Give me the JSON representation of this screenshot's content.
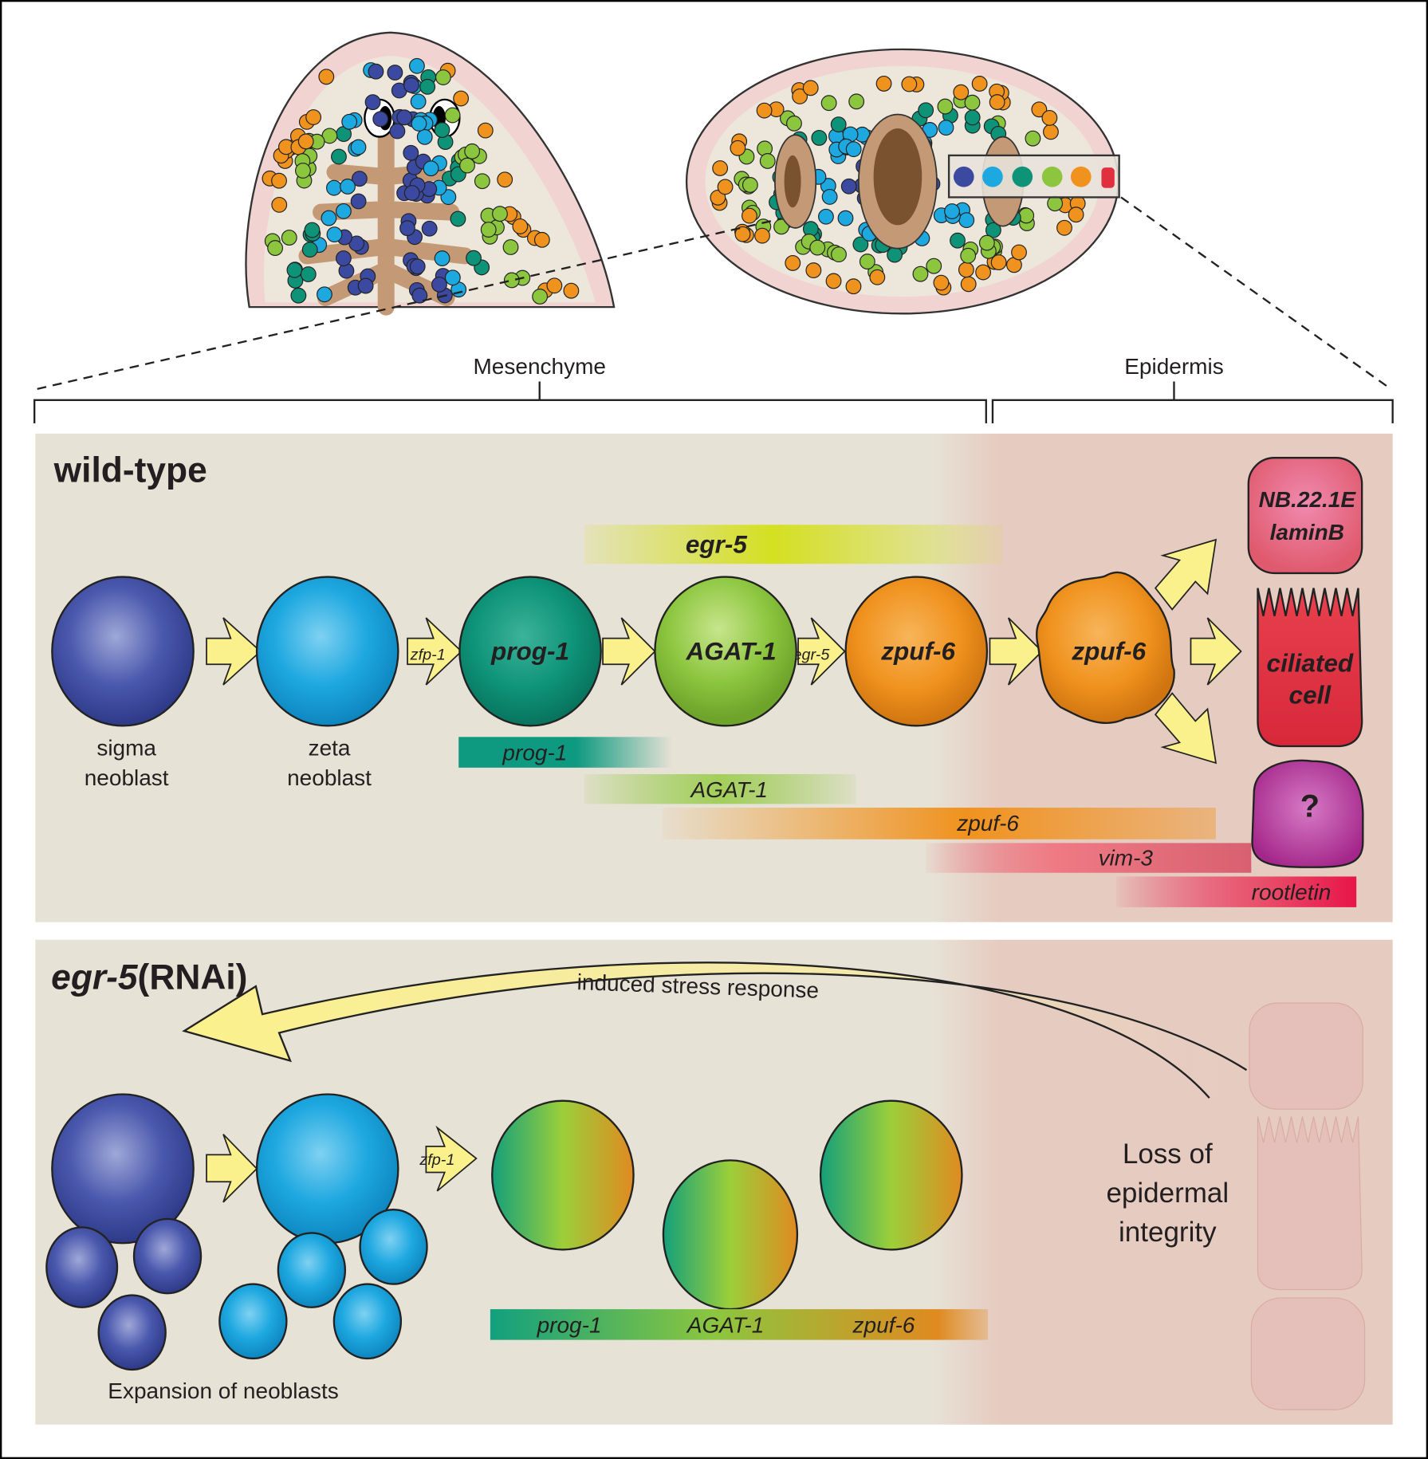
{
  "header": {
    "mesenchyme_label": "Mesenchyme",
    "epidermis_label": "Epidermis"
  },
  "wild_type": {
    "title": "wild-type",
    "cells": [
      {
        "id": "sigma",
        "label_line1": "sigma",
        "label_line2": "neoblast",
        "color": "#3b4aa0"
      },
      {
        "id": "zeta",
        "label_line1": "zeta",
        "label_line2": "neoblast",
        "color": "#1ea8e0"
      },
      {
        "id": "prog1",
        "inner_label": "prog-1",
        "color": "#0e9378"
      },
      {
        "id": "agat1",
        "inner_label": "AGAT-1",
        "color": "#8cc63f"
      },
      {
        "id": "zpuf6",
        "inner_label": "zpuf-6",
        "color": "#f0921e"
      },
      {
        "id": "zpuf6_epi",
        "inner_label": "zpuf-6",
        "color": "#f0921e"
      }
    ],
    "arrow_labels": {
      "zfp1": "zfp-1",
      "egr5": "egr-5"
    },
    "fates": [
      {
        "id": "nb22",
        "label_line1": "NB.22.1E",
        "label_line2": "laminB",
        "color": "#e8627a"
      },
      {
        "id": "ciliated",
        "label_line1": "ciliated",
        "label_line2": "cell",
        "color": "#e0303f"
      },
      {
        "id": "unknown",
        "label_line1": "?",
        "color": "#b8309a"
      }
    ],
    "expression_bars": [
      {
        "gene": "egr-5",
        "color": "#d4e021"
      },
      {
        "gene": "prog-1",
        "color": "#0e9378"
      },
      {
        "gene": "AGAT-1",
        "color": "#8cc63f"
      },
      {
        "gene": "zpuf-6",
        "color": "#f0921e"
      },
      {
        "gene": "vim-3",
        "color": "#e85a6a"
      },
      {
        "gene": "rootletin",
        "color": "#e8154a"
      }
    ]
  },
  "rnai": {
    "title_gene": "egr-5",
    "title_suffix": "(RNAi)",
    "stress_label": "induced stress response",
    "arrow_label": "zfp-1",
    "expansion_label": "Expansion of neoblasts",
    "loss_line1": "Loss of",
    "loss_line2": "epidermal",
    "loss_line3": "integrity",
    "mixed_bar_genes": [
      "prog-1",
      "AGAT-1",
      "zpuf-6"
    ]
  },
  "colors": {
    "mesenchyme_bg": "#e7e2d6",
    "epidermis_bg": "#e6cbc1",
    "arrow_fill": "#fbf18c"
  }
}
